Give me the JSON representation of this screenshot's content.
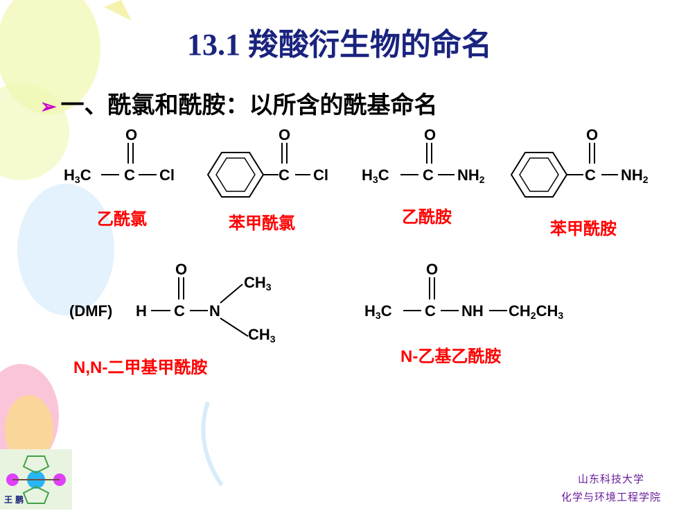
{
  "slide": {
    "title": "13.1 羧酸衍生物的命名",
    "bullet": "一、酰氯和酰胺：以所含的酰基命名"
  },
  "compounds": [
    {
      "formula_left": "H",
      "formula_sub": "3",
      "formula_c": "C",
      "center": "C",
      "right": "Cl",
      "oxygen": "O",
      "name": "乙酰氯"
    },
    {
      "center": "C",
      "right": "Cl",
      "oxygen": "O",
      "name": "苯甲酰氯"
    },
    {
      "formula_left": "H",
      "formula_sub": "3",
      "formula_c": "C",
      "center": "C",
      "right": "NH",
      "right_sub": "2",
      "oxygen": "O",
      "name": "乙酰胺"
    },
    {
      "center": "C",
      "right": "NH",
      "right_sub": "2",
      "oxygen": "O",
      "name": "苯甲酰胺"
    },
    {
      "prefix": "(DMF)",
      "left": "H",
      "center": "C",
      "n": "N",
      "ch": "CH",
      "ch_sub": "3",
      "oxygen": "O",
      "name": "N,N-二甲基甲酰胺"
    },
    {
      "formula_left": "H",
      "formula_sub": "3",
      "formula_c": "C",
      "center": "C",
      "right": "NH",
      "ethyl_a": "CH",
      "ethyl_sub_a": "2",
      "ethyl_b": "CH",
      "ethyl_sub_b": "3",
      "oxygen": "O",
      "name": "N-乙基乙酰胺"
    }
  ],
  "footer": {
    "line1": "山东科技大学",
    "line2": "化学与环境工程学院",
    "badge": "王 鹏"
  },
  "colors": {
    "title": "#1a237e",
    "names": "#ff0000",
    "bullet_arrow": "#cc00cc",
    "footer": "#6a1b9a"
  }
}
